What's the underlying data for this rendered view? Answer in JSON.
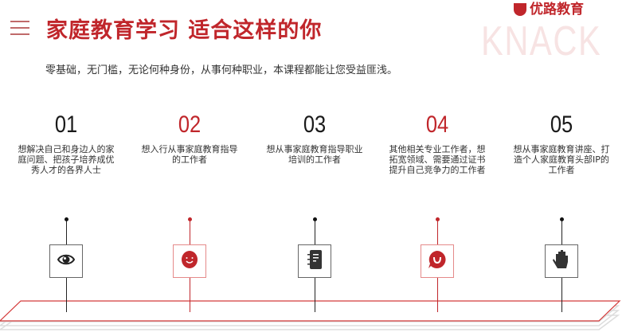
{
  "header": {
    "title": "家庭教育学习 适合这样的你",
    "watermark": "KNACK",
    "logo_text": "优路教育",
    "subtitle": "零基础，无门槛，无论何种身份，从事何种职业，本课程都能让您受益匪浅。"
  },
  "accent_color": "#c0262b",
  "items": [
    {
      "number": "01",
      "text": "想解决自己和身边人的家庭问题、把孩子培养成优秀人才的各界人士",
      "icon": "eye-icon",
      "highlight": false
    },
    {
      "number": "02",
      "text": "想入行从事家庭教育指导的工作者",
      "icon": "smile-icon",
      "highlight": true
    },
    {
      "number": "03",
      "text": "想从事家庭教育指导职业培训的工作者",
      "icon": "notebook-icon",
      "highlight": false
    },
    {
      "number": "04",
      "text": "其他相关专业工作者，想拓宽领域、需要通过证书提升自己竞争力的工作者",
      "icon": "smile-badge-icon",
      "highlight": true
    },
    {
      "number": "05",
      "text": "想从事家庭教育讲座、打造个人家庭教育头部IP的工作者",
      "icon": "hand-icon",
      "highlight": false
    }
  ]
}
